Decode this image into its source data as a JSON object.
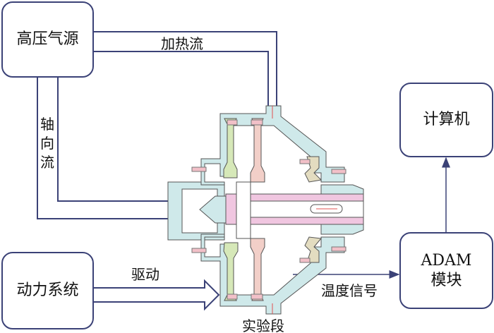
{
  "nodes": {
    "gas_source": "高压气源",
    "power_system": "动力系统",
    "computer": "计算机",
    "adam_line1": "ADAM",
    "adam_line2": "模块"
  },
  "labels": {
    "heating_flow": "加热流",
    "axial_flow": "轴向流",
    "drive": "驱动",
    "temperature_signal": "温度信号",
    "test_section": "实验段"
  },
  "colors": {
    "line": "#3b4277",
    "housing": "#cfe9ea",
    "shaft": "#f0c6e0",
    "disk_green": "#d6e8b8",
    "disk_pink": "#f2cfc8",
    "seal": "#e3dcc0"
  }
}
